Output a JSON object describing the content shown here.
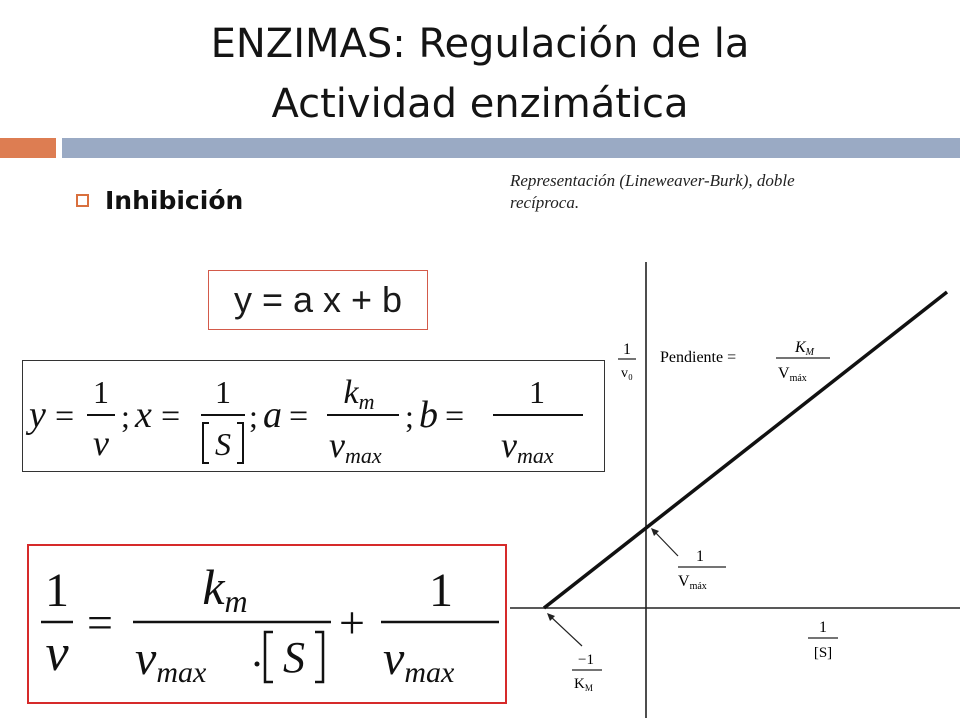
{
  "title": {
    "line1": "ENZIMAS: Regulación de la",
    "line2": "Actividad enzimática"
  },
  "bullet": {
    "text": "Inhibición"
  },
  "caption": {
    "line1": "Representación  (Lineweaver-Burk),  doble",
    "line2": "recíproca."
  },
  "equation_linear": "y = a x + b",
  "definitions": {
    "y": "y",
    "eq": "=",
    "one": "1",
    "v": "v",
    "x": "x",
    "S": "S",
    "a": "a",
    "km": "k",
    "km_sub": "m",
    "vmax": "v",
    "vmax_sub": "max",
    "b": "b",
    "sep": ";"
  },
  "final_equation": {
    "lhs_num": "1",
    "lhs_den": "v",
    "eq": "=",
    "km": "k",
    "km_sub": "m",
    "vmax": "v",
    "vmax_sub": "max",
    "S": "S",
    "plus": "+",
    "one": "1"
  },
  "plot_labels": {
    "y_axis_num": "1",
    "y_axis_den": "v₀",
    "slope_label": "Pendiente =",
    "slope_num": "K",
    "slope_num_sub": "M",
    "slope_den": "V",
    "slope_den_sub": "máx",
    "intercept_y_num": "1",
    "intercept_y_den": "V",
    "intercept_y_den_sub": "máx",
    "x_axis_num": "1",
    "x_axis_den": "[S]",
    "intercept_x_num": "−1",
    "intercept_x_den": "K",
    "intercept_x_den_sub": "M"
  },
  "colors": {
    "accent_orange": "#dd7d52",
    "accent_blue": "#9aaac4",
    "box_red": "#d62a2a"
  }
}
